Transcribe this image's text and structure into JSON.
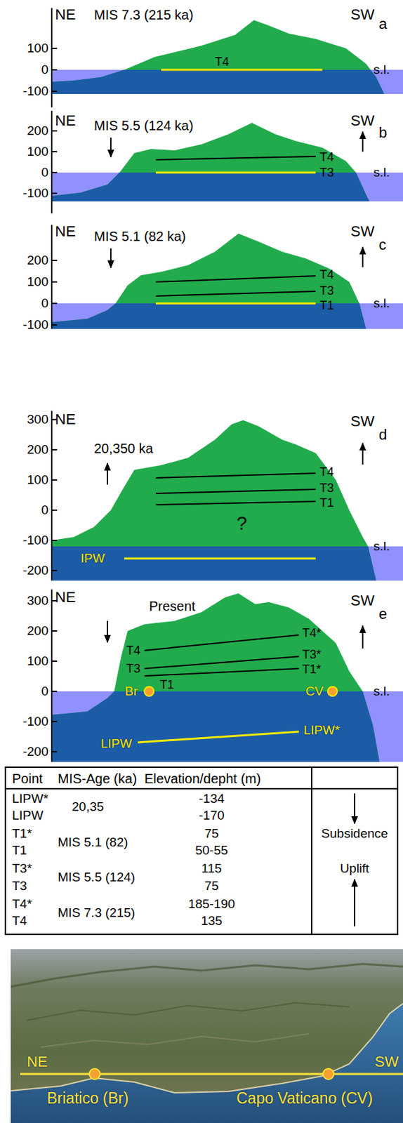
{
  "diagram": {
    "labels": [
      "NE",
      "MIS 7.3 (215 ka)",
      "SW",
      "a",
      "100",
      "0",
      "-100",
      "T4",
      "s.l.",
      "NE",
      "MIS 5.5 (124 ka)",
      "SW",
      "b",
      "200",
      "100",
      "0",
      "-100",
      "T4",
      "T3",
      "s.l.",
      "NE",
      "MIS 5.1 (82 ka)",
      "SW",
      "c",
      "200",
      "100",
      "0",
      "-100",
      "T4",
      "T3",
      "T1",
      "s.l.",
      "NE",
      "20,350 ka",
      "SW",
      "d",
      "300",
      "200",
      "100",
      "0",
      "-100",
      "-200",
      "T4",
      "T3",
      "T1",
      "?",
      "IPW",
      "s.l.",
      "NE",
      "Present",
      "SW",
      "e",
      "300",
      "200",
      "100",
      "0",
      "-100",
      "-200",
      "T4*",
      "T3*",
      "T1*",
      "T4",
      "T3",
      "Br",
      "T1",
      "CV",
      "LIPW",
      "LIPW*",
      "s.l.",
      "Point",
      "MIS-Age (ka)",
      "Elevation/depht (m)",
      "LIPW*",
      "20,35",
      "-134",
      "LIPW",
      "-170",
      "T1*",
      "MIS 5.1 (82)",
      "75",
      "T1",
      "50-55",
      "T3*",
      "MIS 5.5 (124)",
      "115",
      "T3",
      "75",
      "T4*",
      "MIS 7.3 (215)",
      "185-190",
      "T4",
      "135",
      "Subsidence",
      "Uplift",
      "NE",
      "SW",
      "Briatico (Br)",
      "Capo Vaticano (CV)"
    ]
  }
}
